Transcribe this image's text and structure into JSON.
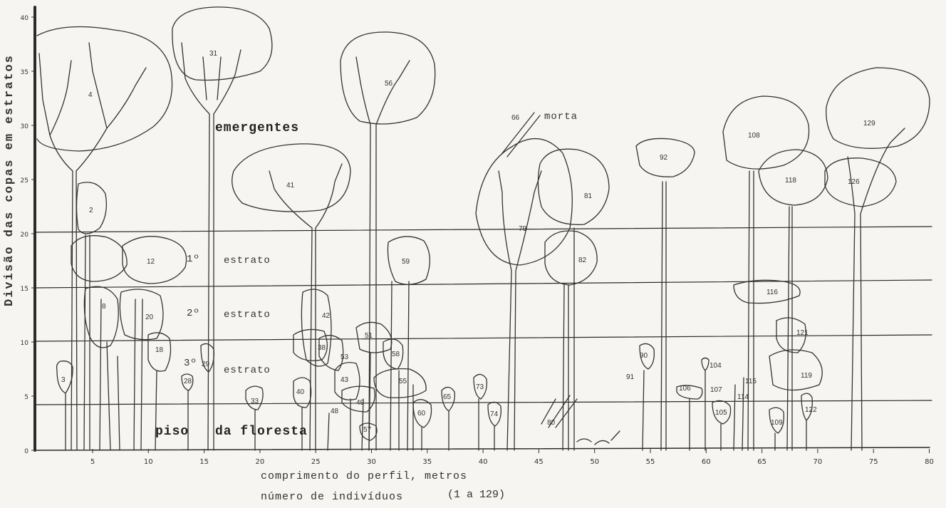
{
  "y_axis_label": "Divisão das copas em estratos",
  "x_caption_1": "comprimento do perfil, metros",
  "x_caption_2": "número de indivíduos",
  "x_caption_range": "(1 a 129)",
  "y_ticks": [
    "0",
    "5",
    "10",
    "15",
    "20",
    "25",
    "30",
    "35",
    "40"
  ],
  "x_ticks": [
    "5",
    "10",
    "15",
    "20",
    "25",
    "30",
    "35",
    "40",
    "45",
    "50",
    "55",
    "60",
    "65",
    "70",
    "75",
    "80"
  ],
  "strata": {
    "emergentes": "emergentes",
    "s1_num": "1º",
    "s1": "estrato",
    "s2_num": "2º",
    "s2": "estrato",
    "s3_num": "3º",
    "s3": "estrato",
    "floor_a": "piso",
    "floor_b": "da floresta"
  },
  "tree_label_dead": "morta",
  "tree_numbers": [
    "3",
    "4",
    "2",
    "8",
    "12",
    "18",
    "20",
    "28",
    "29",
    "31",
    "33",
    "40",
    "41",
    "42",
    "38",
    "48",
    "43",
    "49",
    "51",
    "53",
    "55",
    "56",
    "57",
    "58",
    "59",
    "60",
    "65",
    "66",
    "73",
    "74",
    "79",
    "80",
    "81",
    "82",
    "90",
    "91",
    "92",
    "104",
    "105",
    "106",
    "107",
    "108",
    "109",
    "114",
    "115",
    "116",
    "118",
    "119",
    "121",
    "122",
    "126",
    "129"
  ]
}
